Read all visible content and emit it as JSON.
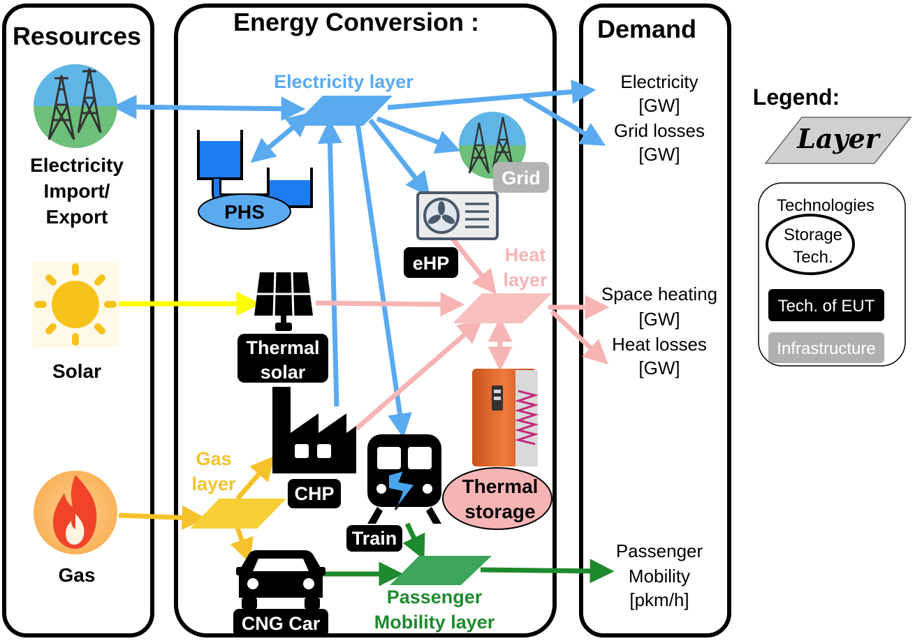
{
  "columns": {
    "resources": "Resources",
    "conversion": "Energy Conversion :",
    "demand": "Demand"
  },
  "resources": {
    "electricity": [
      "Electricity",
      "Import/",
      "Export"
    ],
    "solar": "Solar",
    "gas": "Gas"
  },
  "layers": {
    "electricity": "Electricity layer",
    "heat": [
      "Heat",
      "layer"
    ],
    "gas": [
      "Gas",
      "layer"
    ],
    "mobility": [
      "Passenger",
      "Mobility layer"
    ]
  },
  "technologies": {
    "phs": "PHS",
    "grid": "Grid",
    "ehp": "eHP",
    "thermal_solar": [
      "Thermal",
      "solar"
    ],
    "chp": "CHP",
    "train": "Train",
    "thermal_storage": [
      "Thermal",
      "storage"
    ],
    "cng_car": "CNG Car"
  },
  "demand": {
    "electricity": [
      "Electricity",
      "[GW]"
    ],
    "grid_losses": [
      "Grid losses",
      "[GW]"
    ],
    "space_heating": [
      "Space heating",
      "[GW]"
    ],
    "heat_losses": [
      "Heat losses",
      "[GW]"
    ],
    "mobility": [
      "Passenger",
      "Mobility",
      "[pkm/h]"
    ]
  },
  "legend": {
    "title": "Legend:",
    "layer": "Layer",
    "technologies": "Technologies",
    "storage": [
      "Storage",
      "Tech."
    ],
    "eut": "Tech. of EUT",
    "infrastructure": "Infrastructure"
  },
  "colors": {
    "electricity": "#5aaaf0",
    "heat": "#f7b4b4",
    "gas": "#f5c22b",
    "mobility": "#1e8a2e",
    "solar_flow": "#ffff00"
  }
}
